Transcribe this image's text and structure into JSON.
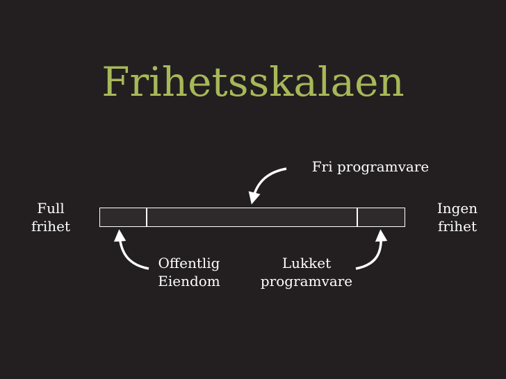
{
  "title": "Frihetsskalaen",
  "colors": {
    "background": "#231f20",
    "title": "#a8b859",
    "text": "#ffffff",
    "scale_fill": "#2e2a2b"
  },
  "scale": {
    "left_end": [
      "Full",
      "frihet"
    ],
    "right_end": [
      "Ingen",
      "frihet"
    ]
  },
  "annotations": {
    "free_software": "Fri programvare",
    "public_domain": [
      "Offentlig",
      "Eiendom"
    ],
    "closed_software": [
      "Lukket",
      "programvare"
    ]
  }
}
